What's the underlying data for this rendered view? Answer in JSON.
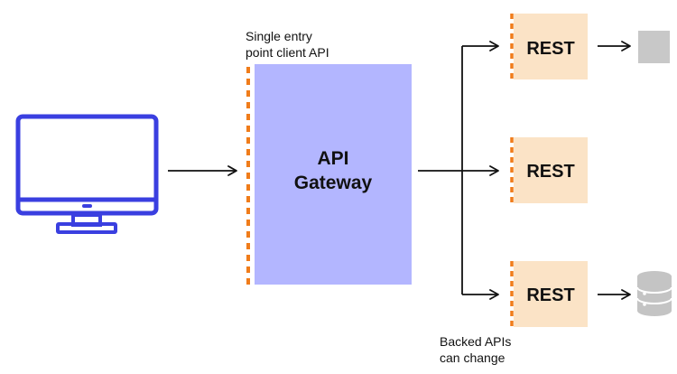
{
  "entry_note": {
    "line1": "Single entry",
    "line2": "point client API"
  },
  "gateway": {
    "line1": "API",
    "line2": "Gateway"
  },
  "services": [
    {
      "label": "REST",
      "target": "grey-box"
    },
    {
      "label": "REST",
      "target": "none"
    },
    {
      "label": "REST",
      "target": "database"
    }
  ],
  "backend_note": {
    "line1": "Backed APIs",
    "line2": "can change"
  },
  "colors": {
    "monitor": "#3a3fe0",
    "gateway_fill": "#b3b6ff",
    "service_fill": "#fbe3c6",
    "dashed_edge": "#f07c1a",
    "grey_box": "#c8c8c8",
    "database": "#c4c4c4",
    "arrow": "#111111"
  }
}
